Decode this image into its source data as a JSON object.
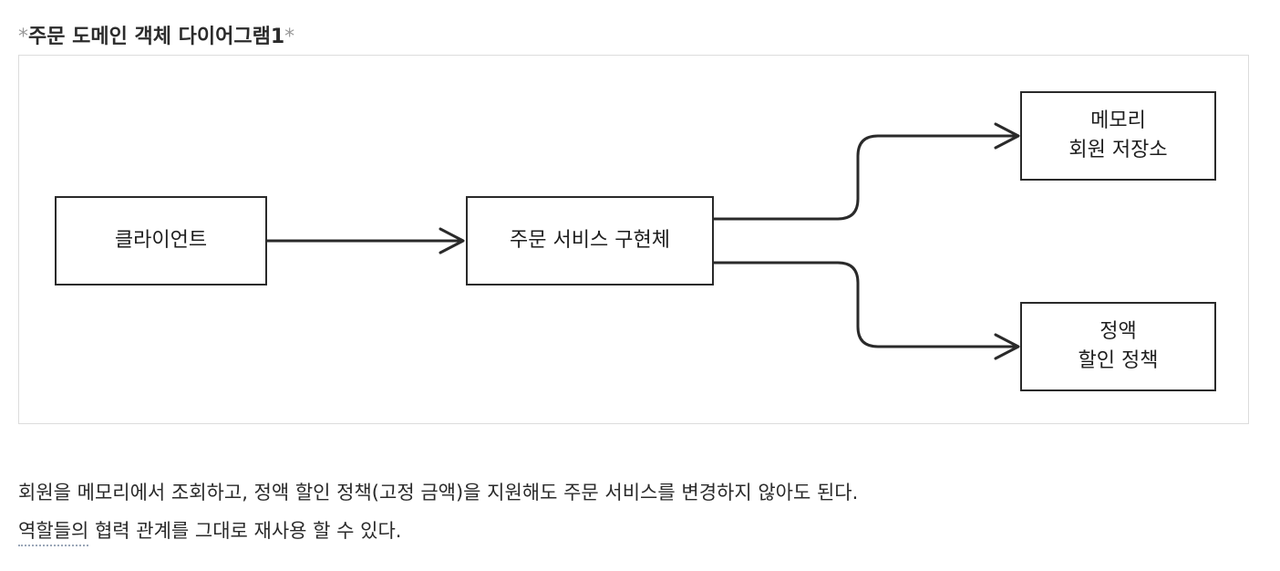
{
  "title": {
    "prefix": "*",
    "text": "주문 도메인 객체 다이어그램1",
    "suffix": "*"
  },
  "diagram": {
    "nodes": {
      "client": {
        "lines": [
          "클라이언트"
        ]
      },
      "order_service": {
        "lines": [
          "주문 서비스 구현체"
        ]
      },
      "memory_repo": {
        "lines": [
          "메모리",
          "회원 저장소"
        ]
      },
      "fixed_discount": {
        "lines": [
          "정액",
          "할인 정책"
        ]
      }
    },
    "edges": [
      {
        "from": "client",
        "to": "order_service"
      },
      {
        "from": "order_service",
        "to": "memory_repo"
      },
      {
        "from": "order_service",
        "to": "fixed_discount"
      }
    ]
  },
  "description": {
    "line1": "회원을 메모리에서 조회하고, 정액 할인 정책(고정 금액)을 지원해도 주문 서비스를 변경하지 않아도 된다.",
    "line2_underlined": "역할들의",
    "line2_rest": " 협력 관계를 그대로 재사용 할 수 있다."
  },
  "colors": {
    "stroke": "#2a2a2a",
    "frame_border": "#dcdcdc",
    "underline": "#9aa7b8"
  }
}
